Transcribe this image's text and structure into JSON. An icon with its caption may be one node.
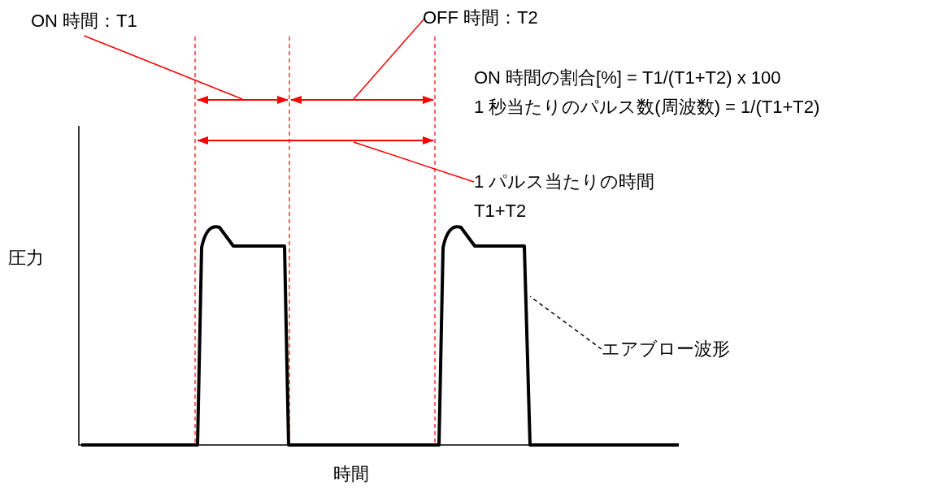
{
  "diagram": {
    "nodes": [
      {
        "text": [
          "ON 時間：T1"
        ]
      },
      {
        "text": [
          "OFF 時間：T2"
        ]
      },
      {
        "text": [
          "1 パルス当たりの時間",
          "T1+T2"
        ]
      },
      {
        "text": [
          "エアブロー波形"
        ]
      }
    ],
    "edges": [
      {
        "from": 0,
        "to": null,
        "arrow": "none"
      },
      {
        "from": 1,
        "to": null,
        "arrow": "none"
      },
      {
        "from": 2,
        "to": null,
        "arrow": "none"
      },
      {
        "from": 3,
        "to": null,
        "arrow": "none",
        "style": "dashed",
        "color": "#000000"
      }
    ],
    "labels": [
      "ON 時間の割合[%] = T1/(T1+T2) x 100",
      "1 秒当たりのパルス数(周波数) = 1/(T1+T2)",
      "圧力",
      "時間"
    ]
  }
}
